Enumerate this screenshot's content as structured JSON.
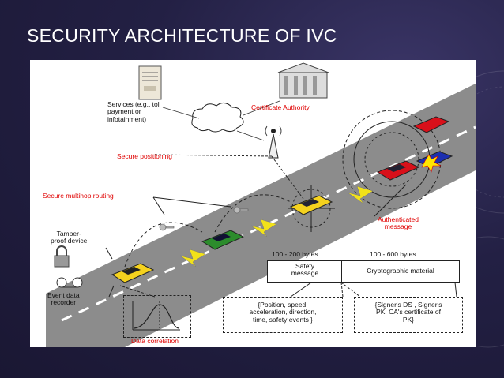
{
  "slide": {
    "title": "SECURITY ARCHITECTURE OF IVC"
  },
  "diagram": {
    "services": "Services (e.g., toll\npayment or\ninfotainment)",
    "certificate_authority": "Certificate Authority",
    "secure_positioning": "Secure positioning",
    "secure_multihop_routing": "Secure multihop routing",
    "tamper_proof_device": "Tamper-\nproof device",
    "event_data_recorder": "Event data\nrecorder",
    "authenticated_message": "Authenticated\nmessage",
    "data_correlation": "Data correlation",
    "message_format": {
      "safety_size": "100 - 200 bytes",
      "crypto_size": "100 - 600 bytes",
      "safety_message": "Safety\nmessage",
      "crypto_material": "Cryptographic material"
    },
    "safety_fields": "{Position, speed,\nacceleration, direction,\ntime, safety events }",
    "crypto_fields": "{Signer's DS , Signer's\nPK, CA's certificate of\nPK}"
  },
  "colors": {
    "accent_red": "#e00000",
    "road": "#8c8c8c",
    "lightning": "#f2e21a"
  }
}
